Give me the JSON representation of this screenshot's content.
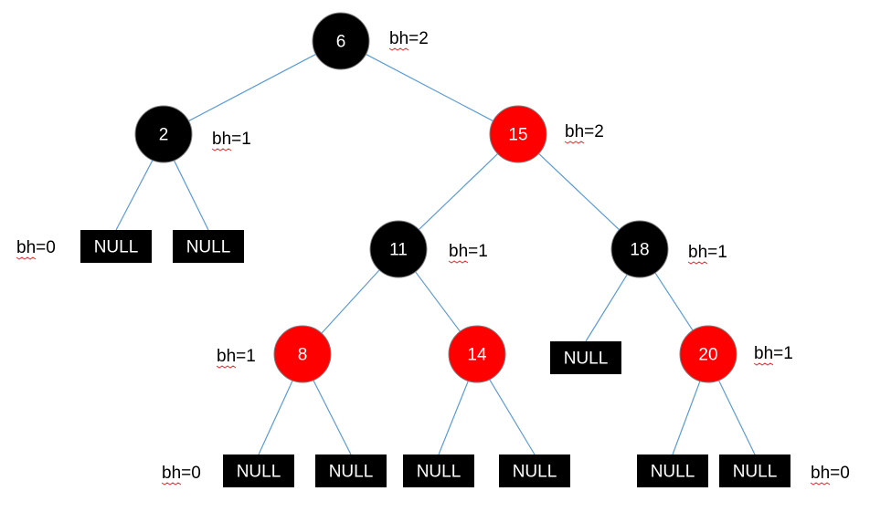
{
  "colors": {
    "black_node": "#000000",
    "red_node": "#ff0000",
    "edge": "#5b9bd5",
    "null_fill": "#000000",
    "spellcheck_underline": "#e03030"
  },
  "nodes": [
    {
      "id": "n6",
      "label": "6",
      "color": "black"
    },
    {
      "id": "n2",
      "label": "2",
      "color": "black"
    },
    {
      "id": "n15",
      "label": "15",
      "color": "red"
    },
    {
      "id": "n11",
      "label": "11",
      "color": "black"
    },
    {
      "id": "n18",
      "label": "18",
      "color": "black"
    },
    {
      "id": "n8",
      "label": "8",
      "color": "red"
    },
    {
      "id": "n14",
      "label": "14",
      "color": "red"
    },
    {
      "id": "n20",
      "label": "20",
      "color": "red"
    }
  ],
  "null_leaves": [
    {
      "id": "null1",
      "label": "NULL"
    },
    {
      "id": "null2",
      "label": "NULL"
    },
    {
      "id": "null3",
      "label": "NULL"
    },
    {
      "id": "null4",
      "label": "NULL"
    },
    {
      "id": "null5",
      "label": "NULL"
    },
    {
      "id": "null6",
      "label": "NULL"
    },
    {
      "id": "null7",
      "label": "NULL"
    },
    {
      "id": "null8",
      "label": "NULL"
    },
    {
      "id": "null9",
      "label": "NULL"
    }
  ],
  "edges": [
    {
      "from": "n6",
      "to": "n2"
    },
    {
      "from": "n6",
      "to": "n15"
    },
    {
      "from": "n2",
      "to": "null1"
    },
    {
      "from": "n2",
      "to": "null2"
    },
    {
      "from": "n15",
      "to": "n11"
    },
    {
      "from": "n15",
      "to": "n18"
    },
    {
      "from": "n11",
      "to": "n8"
    },
    {
      "from": "n11",
      "to": "n14"
    },
    {
      "from": "n18",
      "to": "null3"
    },
    {
      "from": "n18",
      "to": "n20"
    },
    {
      "from": "n8",
      "to": "null4"
    },
    {
      "from": "n8",
      "to": "null5"
    },
    {
      "from": "n14",
      "to": "null6"
    },
    {
      "from": "n14",
      "to": "null7"
    },
    {
      "from": "n20",
      "to": "null8"
    },
    {
      "from": "n20",
      "to": "null9"
    }
  ],
  "bh_labels": [
    {
      "id": "bh-n6",
      "text": "bh=2"
    },
    {
      "id": "bh-n2",
      "text": "bh=1"
    },
    {
      "id": "bh-n15",
      "text": "bh=2"
    },
    {
      "id": "bh-null-left",
      "text": "bh=0"
    },
    {
      "id": "bh-n11",
      "text": "bh=1"
    },
    {
      "id": "bh-n18",
      "text": "bh=1"
    },
    {
      "id": "bh-n8",
      "text": "bh=1"
    },
    {
      "id": "bh-n20",
      "text": "bh=1"
    },
    {
      "id": "bh-bottom-left",
      "text": "bh=0"
    },
    {
      "id": "bh-bottom-right",
      "text": "bh=0"
    }
  ]
}
